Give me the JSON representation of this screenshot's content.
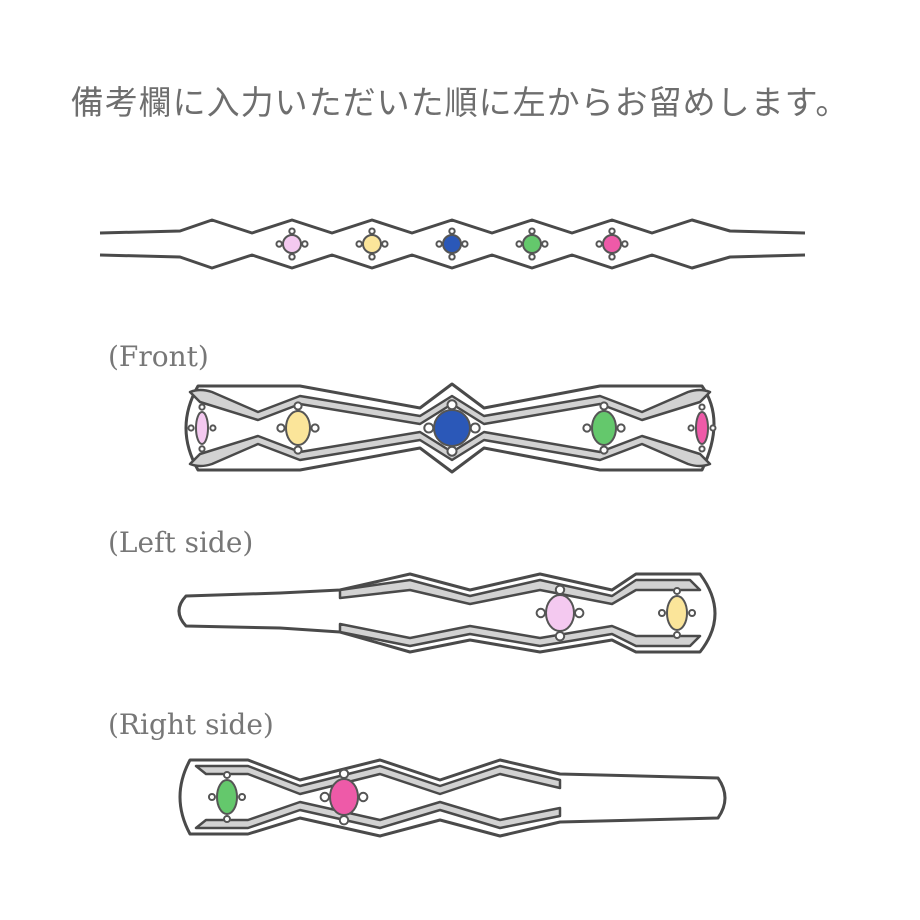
{
  "title": "備考欄に入力いただいた順に左からお留めします。",
  "labels": {
    "front": "(Front)",
    "left": "(Left side)",
    "right": "(Right side)"
  },
  "colors": {
    "light_pink": "#f4c9f0",
    "yellow": "#fbe59a",
    "blue": "#2b58b8",
    "green": "#64c86c",
    "pink": "#ee5aa8",
    "line": "#4a4a4a",
    "inner_band": "#d2d2d2"
  },
  "stone_order": [
    "light_pink",
    "yellow",
    "blue",
    "green",
    "pink"
  ]
}
